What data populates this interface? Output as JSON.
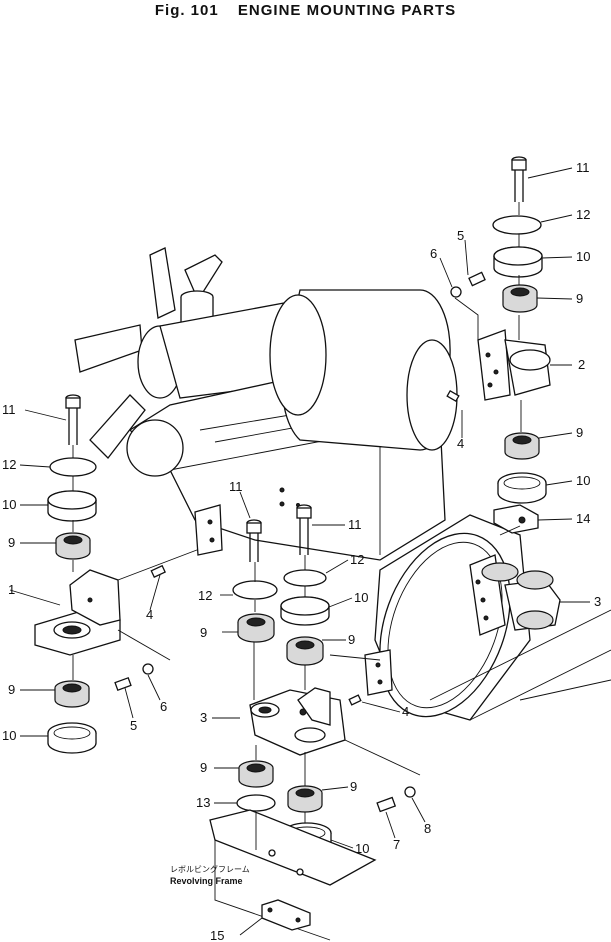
{
  "title": {
    "figure": "Fig. 101",
    "name": "ENGINE MOUNTING PARTS"
  },
  "frame_label": {
    "japanese": "レボルビングフレーム",
    "english": "Revolving Frame"
  },
  "callouts": {
    "c1": "1",
    "c2": "2",
    "c3a": "3",
    "c3b": "3",
    "c4a": "4",
    "c4b": "4",
    "c4c": "4",
    "c5a": "5",
    "c5b": "5",
    "c6a": "6",
    "c6b": "6",
    "c7": "7",
    "c8": "8",
    "c9a": "9",
    "c9b": "9",
    "c9c": "9",
    "c9d": "9",
    "c9e": "9",
    "c9f": "9",
    "c9g": "9",
    "c9h": "9",
    "c10a": "10",
    "c10b": "10",
    "c10c": "10",
    "c10d": "10",
    "c10e": "10",
    "c10f": "10",
    "c11a": "11",
    "c11b": "11",
    "c11c": "11",
    "c11d": "11",
    "c12a": "12",
    "c12b": "12",
    "c12c": "12",
    "c12d": "12",
    "c13": "13",
    "c14": "14",
    "c15": "15"
  }
}
